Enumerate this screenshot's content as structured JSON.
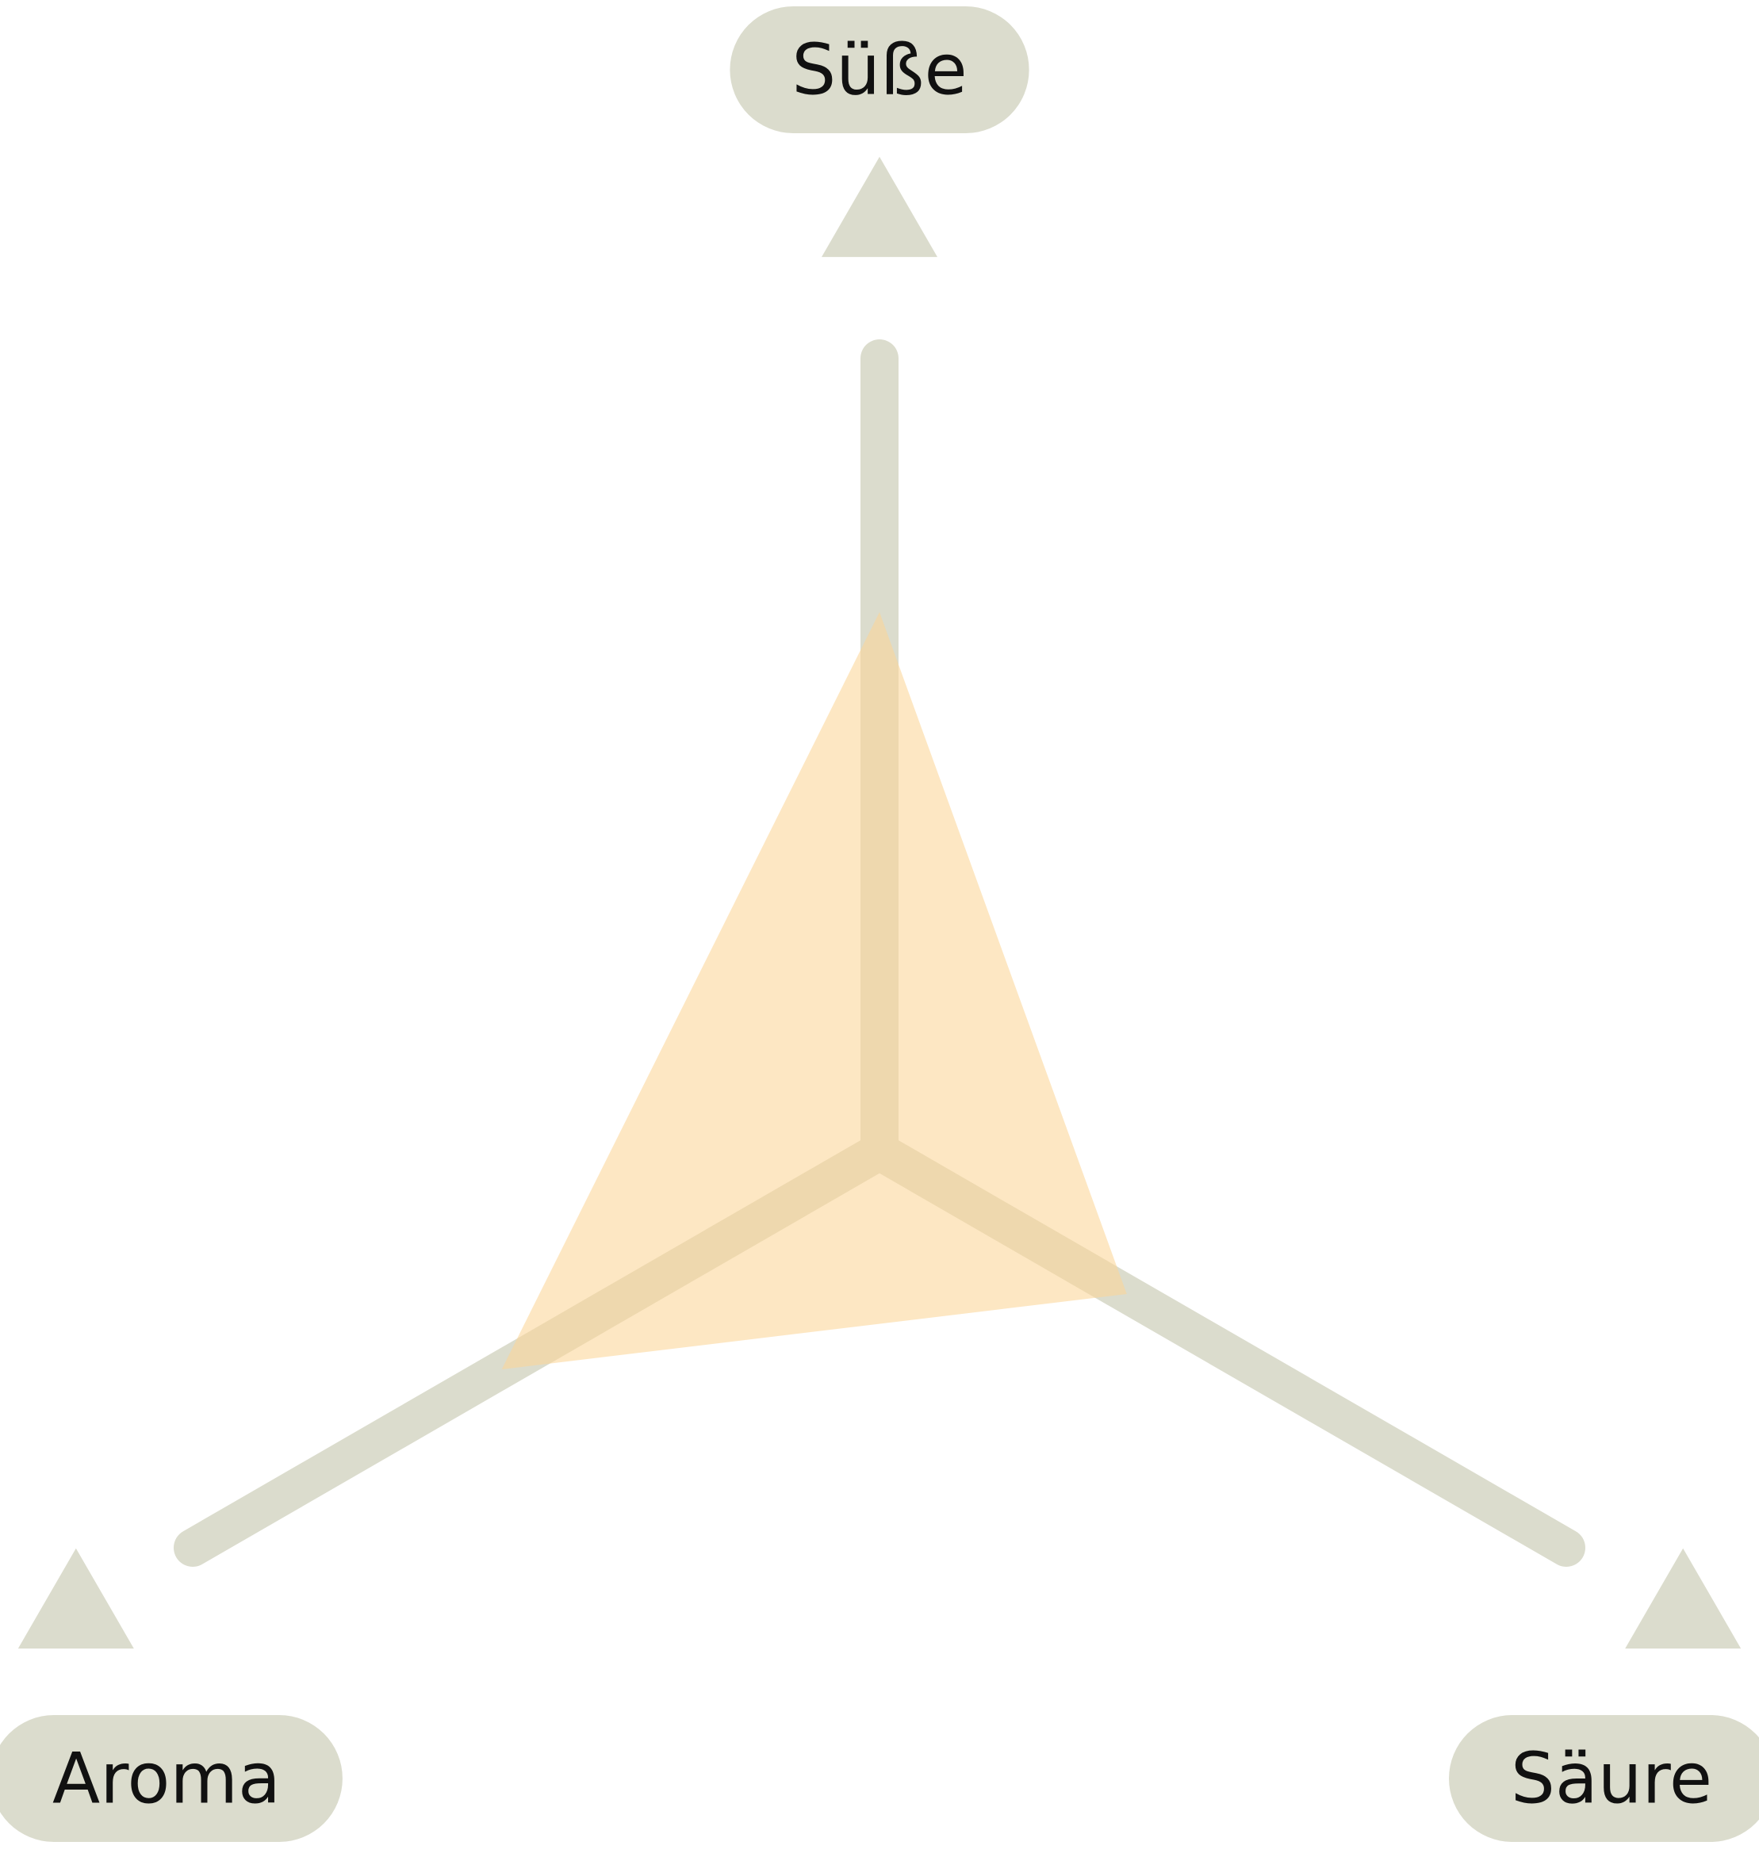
{
  "chart_data": {
    "type": "radar",
    "axes": [
      {
        "label": "Süße"
      },
      {
        "label": "Säure"
      },
      {
        "label": "Aroma"
      }
    ],
    "series": [
      {
        "values": [
          0.68,
          0.36,
          0.55
        ]
      }
    ],
    "range": [
      0,
      1
    ],
    "grid": false,
    "axis_arrows": true
  },
  "colors": {
    "axis": "#dbdccd",
    "fill": "#fcd597",
    "fill_opacity": 0.58,
    "label_bg": "#dbdccd",
    "text": "#111111"
  }
}
